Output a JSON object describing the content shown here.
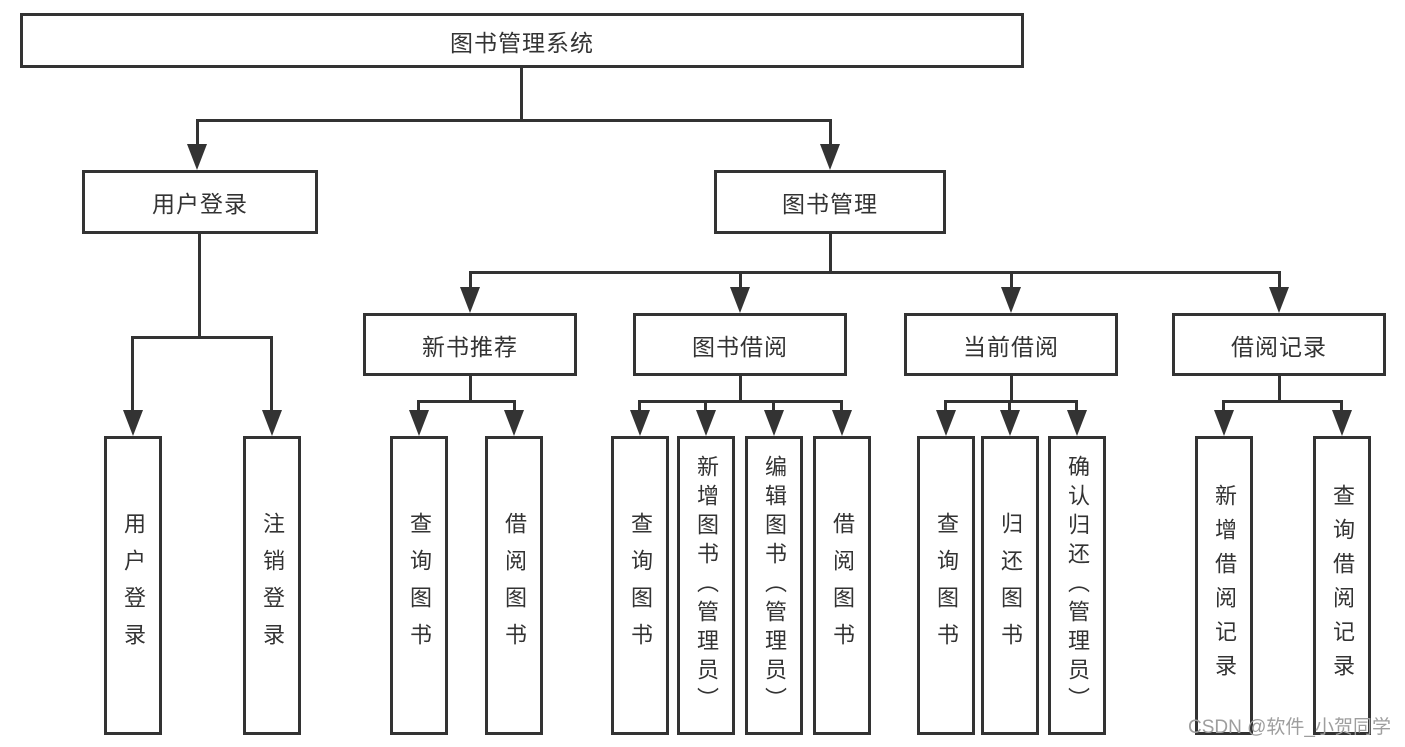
{
  "colors": {
    "line": "#333333",
    "text": "#333333",
    "watermark": "#9e9e9e",
    "background": "#ffffff"
  },
  "diagram": {
    "root": {
      "label": "图书管理系统"
    },
    "branches": [
      {
        "label": "用户登录",
        "children": [
          {
            "label": "用户登录"
          },
          {
            "label": "注销登录"
          }
        ]
      },
      {
        "label": "图书管理",
        "children": [
          {
            "label": "新书推荐",
            "children": [
              {
                "label": "查询图书"
              },
              {
                "label": "借阅图书"
              }
            ]
          },
          {
            "label": "图书借阅",
            "children": [
              {
                "label": "查询图书"
              },
              {
                "label": "新增图书（管理员）"
              },
              {
                "label": "编辑图书（管理员）"
              },
              {
                "label": "借阅图书"
              }
            ]
          },
          {
            "label": "当前借阅",
            "children": [
              {
                "label": "查询图书"
              },
              {
                "label": "归还图书"
              },
              {
                "label": "确认归还（管理员）"
              }
            ]
          },
          {
            "label": "借阅记录",
            "children": [
              {
                "label": "新增借阅记录"
              },
              {
                "label": "查询借阅记录"
              }
            ]
          }
        ]
      }
    ]
  },
  "watermark": "CSDN @软件_小贺同学"
}
